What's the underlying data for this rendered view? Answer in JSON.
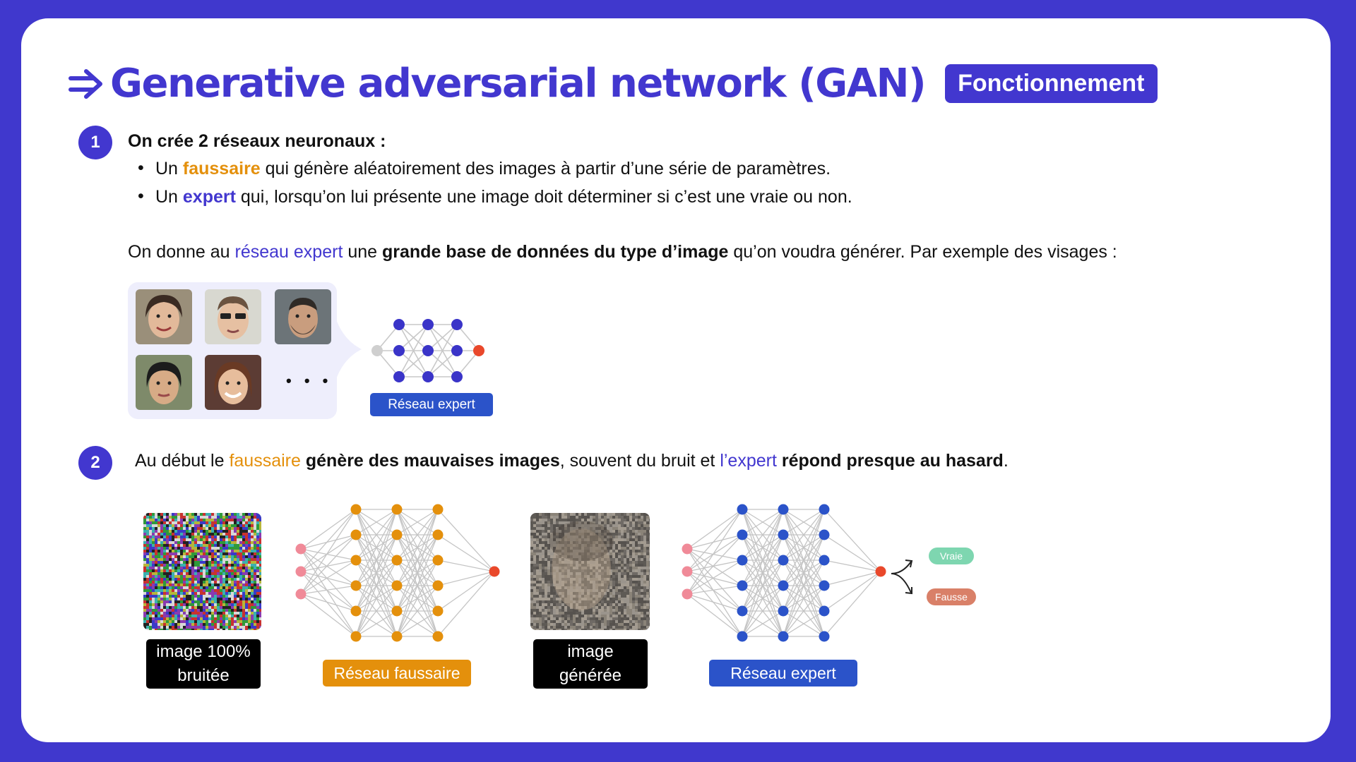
{
  "title": "Generative adversarial network (GAN)",
  "badge": "Fonctionnement",
  "step1": {
    "number": "1",
    "heading": "On crée 2 réseaux neuronaux :",
    "bullet1": {
      "pre": "Un ",
      "hl": "faussaire",
      "post": " qui génère aléatoirement des images à partir d’une série de paramètres."
    },
    "bullet2": {
      "pre": "Un ",
      "hl": "expert",
      "post": " qui, lorsqu’on lui présente une image doit déterminer si c’est une vraie ou non."
    },
    "para": {
      "p1": "On donne au ",
      "p2": "réseau expert",
      "p3": " une ",
      "p4": "grande base de données du type d’image",
      "p5": " qu’on voudra générer. Par exemple des visages :"
    },
    "ellipsis": "• • •",
    "net_label": "Réseau expert"
  },
  "step2": {
    "number": "2",
    "s1": "Au début le ",
    "s2": "faussaire",
    "s3": " ",
    "s4": "génère des mauvaises images",
    "s5": ", souvent du bruit et ",
    "s6": "l’expert",
    "s7": " ",
    "s8": "répond presque au hasard",
    "s9": ".",
    "noise_label_1": "image 100%",
    "noise_label_2": "bruitée",
    "forger_label": "Réseau faussaire",
    "gen_label_1": "image",
    "gen_label_2": "générée",
    "expert_label": "Réseau expert",
    "true_label": "Vraie",
    "false_label": "Fausse"
  },
  "colors": {
    "primary": "#4237cf",
    "orange": "#e4900c",
    "blue_node": "#2b53c9",
    "red_out": "#e9482b",
    "pink_in": "#f08a98",
    "green": "#7ed6b0",
    "salmon": "#d98068"
  }
}
